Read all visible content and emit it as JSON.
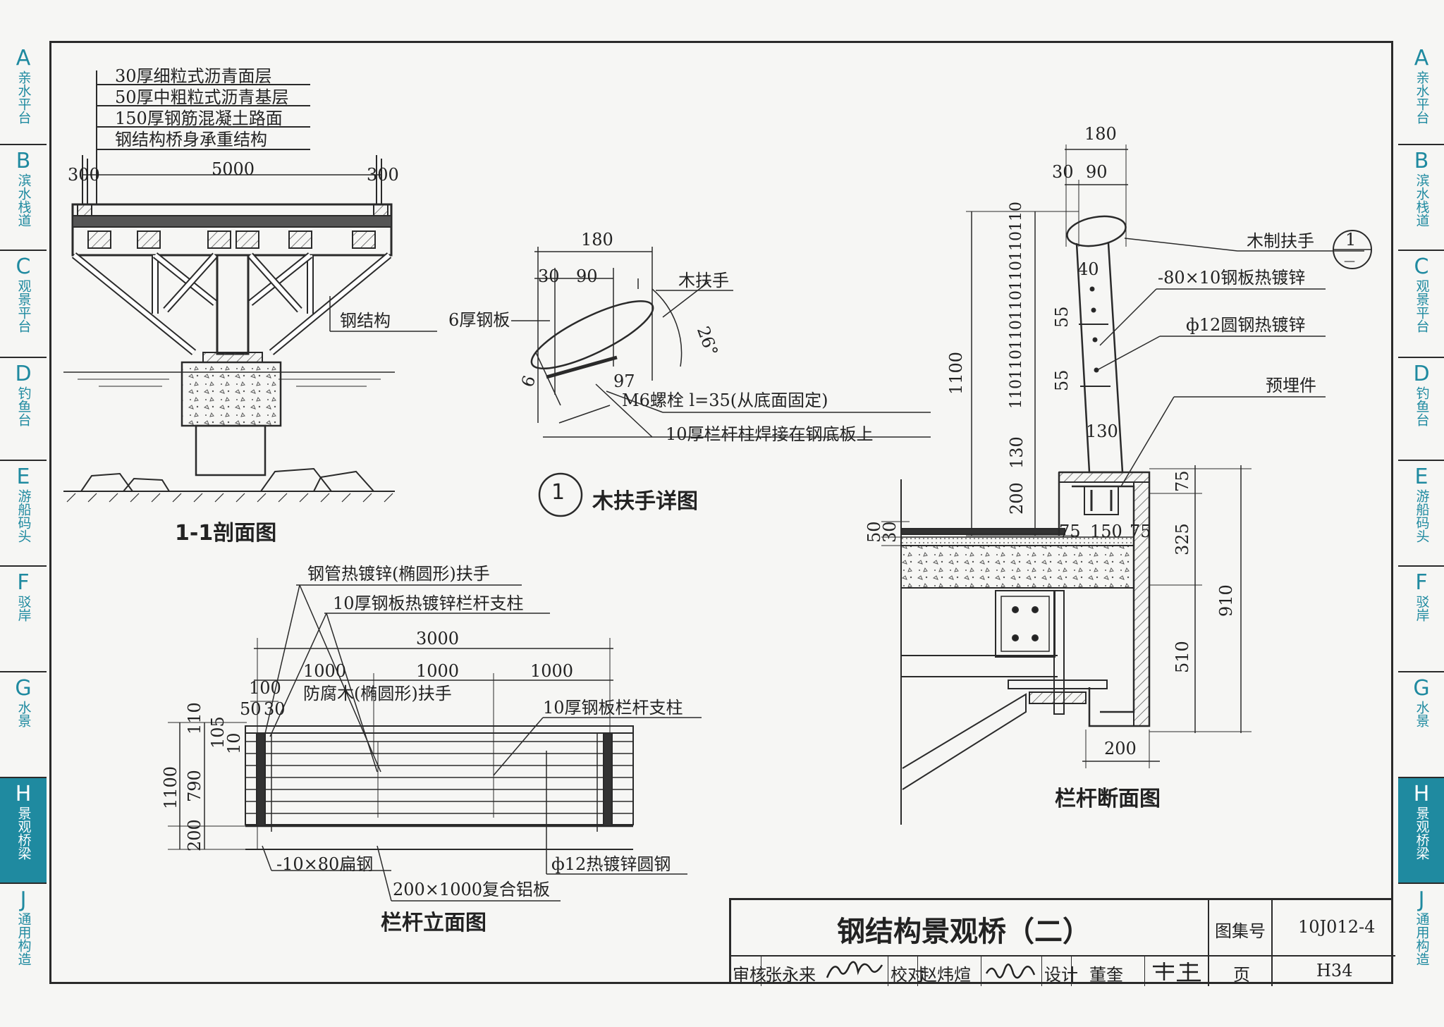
{
  "side_tabs": [
    {
      "letter": "A",
      "name": "亲水平台",
      "active": false
    },
    {
      "letter": "B",
      "name": "滨水栈道",
      "active": false
    },
    {
      "letter": "C",
      "name": "观景平台",
      "active": false
    },
    {
      "letter": "D",
      "name": "钓鱼台",
      "active": false
    },
    {
      "letter": "E",
      "name": "游船码头",
      "active": false
    },
    {
      "letter": "F",
      "name": "驳岸",
      "active": false
    },
    {
      "letter": "G",
      "name": "水景",
      "active": false
    },
    {
      "letter": "H",
      "name": "景观桥梁",
      "active": true
    },
    {
      "letter": "J",
      "name": "通用构造",
      "active": false
    }
  ],
  "section_1_1": {
    "layers": [
      "30厚细粒式沥青面层",
      "50厚中粗粒式沥青基层",
      "150厚钢筋混凝土路面",
      "钢结构桥身承重结构"
    ],
    "dim_total": "5000",
    "dim_left": "300",
    "dim_right": "300",
    "label_steel": "钢结构",
    "title": "1-1剖面图"
  },
  "detail_1": {
    "d180": "180",
    "d30": "30",
    "d90": "90",
    "handrail": "木扶手",
    "plate": "6厚钢板",
    "angle": "26°",
    "d6": "6",
    "d97": "97",
    "bolt": "M6螺栓  l=35(从底面固定)",
    "weld": "10厚栏杆柱焊接在钢底板上",
    "num": "1",
    "title": "木扶手详图"
  },
  "elevation": {
    "lbl_pipe": "钢管热镀锌(椭圆形)扶手",
    "lbl_post": "10厚钢板热镀锌栏杆支柱",
    "d3000": "3000",
    "d1000a": "1000",
    "d1000b": "1000",
    "d1000c": "1000",
    "d100": "100",
    "d50": "50",
    "d30": "30",
    "lbl_wood": "防腐木(椭圆形)扶手",
    "lbl_post2": "10厚钢板栏杆支柱",
    "v110": "110",
    "v105": "105",
    "v10": "10",
    "v1100": "1100",
    "v790": "790",
    "v200": "200",
    "lbl_flat": "-10×80扁钢",
    "lbl_rod": "ф12热镀锌圆钢",
    "lbl_al": "200×1000复合铝板",
    "title": "栏杆立面图"
  },
  "rail_section": {
    "d180": "180",
    "d30": "30",
    "d90": "90",
    "lbl_wood": "木制扶手",
    "ref_num": "1",
    "ref_sheet": "—",
    "lbl_plate": "-80×10钢板热镀锌",
    "lbl_rod": "ф12圆钢热镀锌",
    "lbl_embed": "预埋件",
    "d40": "40",
    "d55a": "55",
    "d55b": "55",
    "d130": "130",
    "v1100": "1100",
    "v_stack": "110110110110110110110",
    "v130": "130",
    "v200": "200",
    "d50": "50",
    "d30b": "30",
    "d75a": "75",
    "d150": "150",
    "d75b": "75",
    "v75": "75",
    "v325": "325",
    "v510": "510",
    "v910": "910",
    "d200": "200",
    "title": "栏杆断面图"
  },
  "title_block": {
    "drawing_title": "钢结构景观桥（二）",
    "atlas_label": "图集号",
    "atlas_no": "10J012-4",
    "review": "审核",
    "reviewer": "张永来",
    "check": "校对",
    "checker": "赵炜煊",
    "design": "设计",
    "designer": "董奎",
    "page_label": "页",
    "page_no": "H34"
  }
}
